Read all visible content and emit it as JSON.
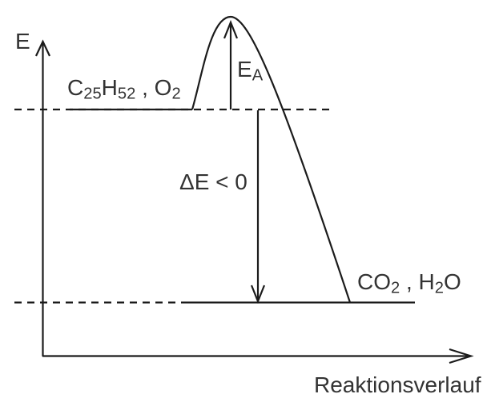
{
  "colors": {
    "line": "#1b1b1b",
    "text": "#333333",
    "background": "#ffffff"
  },
  "axes": {
    "y_axis_label": "E",
    "x_axis_label": "Reaktionsverlauf"
  },
  "labels": {
    "reactants": {
      "f1": "C",
      "s1": "25",
      "f2": "H",
      "s2": "52",
      "f3": " , O",
      "s3": "2"
    },
    "products": {
      "f1": "CO",
      "s1": "2",
      "f2": " , H",
      "s2": "2",
      "f3": "O"
    },
    "activation_energy": {
      "base": "E",
      "sub": "A"
    },
    "delta_e": "ΔE < 0"
  }
}
